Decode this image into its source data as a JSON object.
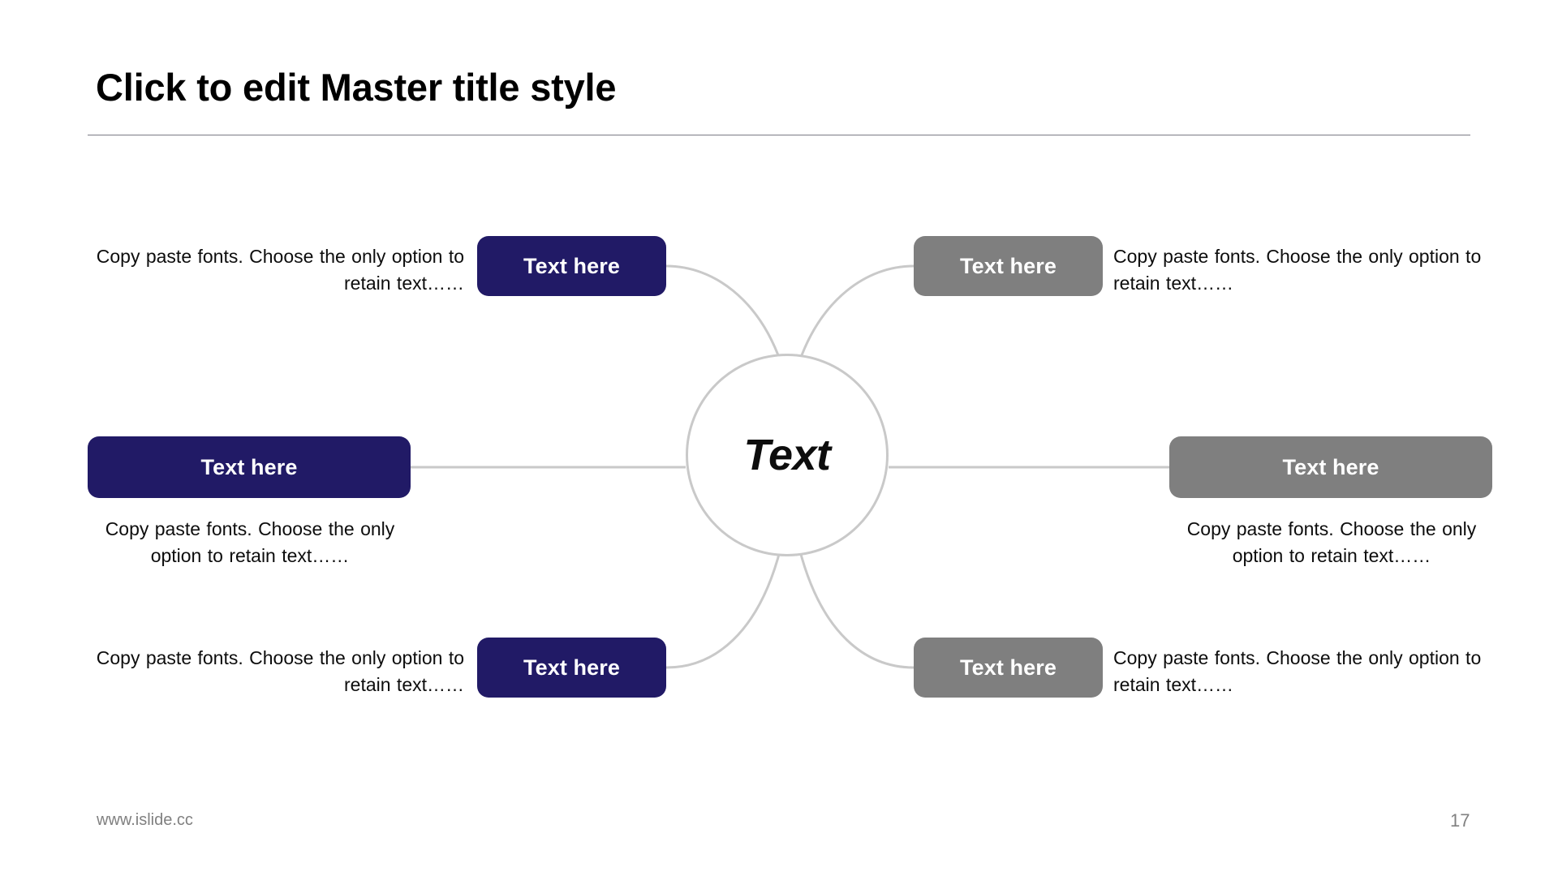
{
  "slide": {
    "title": "Click to edit Master title style",
    "center_label": "Text",
    "accent_navy": "#211a66",
    "accent_gray": "#7f7f7f",
    "connector_color": "#c9c9c9",
    "rule_color": "#7b7b84"
  },
  "nodes": {
    "top_left": {
      "label": "Text here",
      "color": "#211a66"
    },
    "middle_left": {
      "label": "Text here",
      "color": "#211a66"
    },
    "bottom_left": {
      "label": "Text here",
      "color": "#211a66"
    },
    "top_right": {
      "label": "Text here",
      "color": "#7f7f7f"
    },
    "middle_right": {
      "label": "Text here",
      "color": "#7f7f7f"
    },
    "bottom_right": {
      "label": "Text here",
      "color": "#7f7f7f"
    }
  },
  "descriptions": {
    "top_left": "Copy paste fonts. Choose the only option to retain text……",
    "middle_left": "Copy paste fonts. Choose the only option to retain text……",
    "bottom_left": "Copy paste fonts. Choose the only option to retain text……",
    "top_right": "Copy paste fonts. Choose the only option to retain text……",
    "middle_right": "Copy paste fonts. Choose the only option to retain text……",
    "bottom_right": "Copy paste fonts. Choose the only option to retain text……"
  },
  "footer": {
    "url": "www.islide.cc",
    "page_number": "17"
  }
}
